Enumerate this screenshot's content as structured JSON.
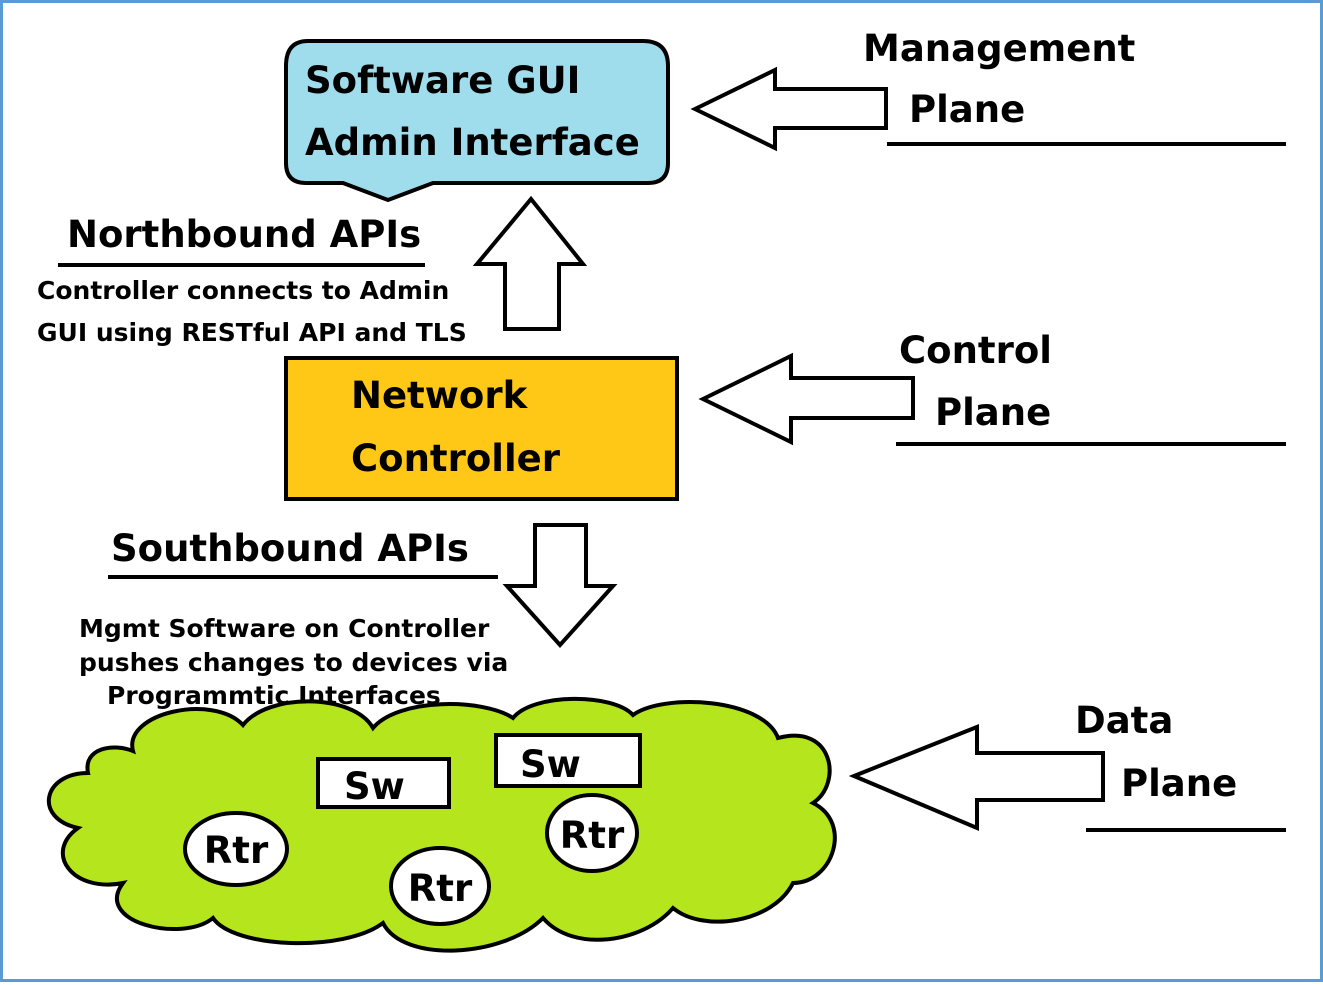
{
  "colors": {
    "frame": "#5b9bd5",
    "gui_fill": "#9fdcec",
    "controller_fill": "#ffc816",
    "cloud_fill": "#b5e61d",
    "stroke": "#000000",
    "node_fill": "#ffffff"
  },
  "gui_box": {
    "line1": "Software GUI",
    "line2": "Admin Interface"
  },
  "controller_box": {
    "line1": "Network",
    "line2": "Controller"
  },
  "northbound": {
    "title": "Northbound  APIs",
    "desc_line1": "Controller connects to Admin",
    "desc_line2": "GUI using RESTful API and TLS"
  },
  "southbound": {
    "title": "Southbound  APIs",
    "desc_line1": "Mgmt Software on Controller",
    "desc_line2": "pushes changes to devices via",
    "desc_line3": "Programmtic Interfaces"
  },
  "planes": {
    "management": {
      "line1": "Management",
      "line2": "Plane"
    },
    "control": {
      "line1": "Control",
      "line2": "Plane"
    },
    "data": {
      "line1": "Data",
      "line2": "Plane"
    }
  },
  "network": {
    "switches": [
      "Sw",
      "Sw"
    ],
    "routers": [
      "Rtr",
      "Rtr",
      "Rtr"
    ]
  },
  "icons": {
    "up_arrow": "arrow-up-icon",
    "down_arrow": "arrow-down-icon",
    "left_arrow": "arrow-left-icon"
  }
}
